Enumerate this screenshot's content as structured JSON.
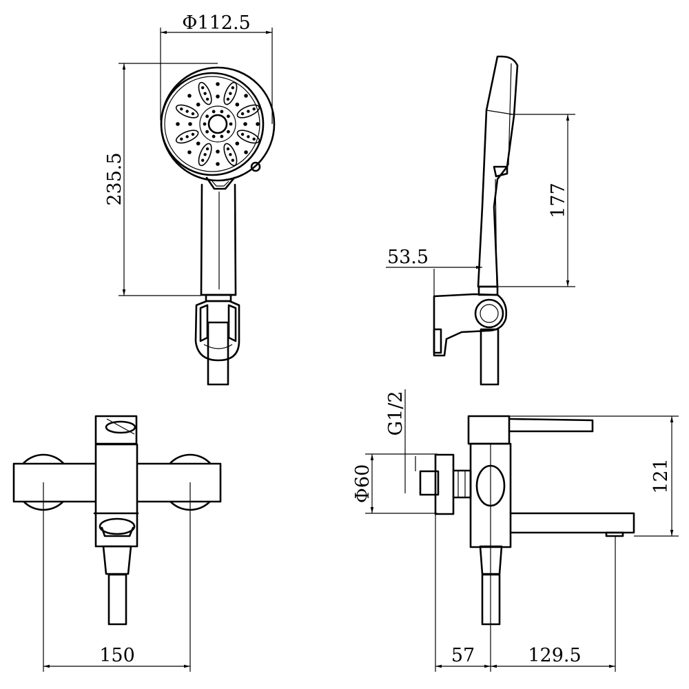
{
  "drawing": {
    "dimensions": {
      "head_diameter": "Φ112.5",
      "hand_shower_length": "235.5",
      "side_length": "177",
      "holder_offset": "53.5",
      "thread": "G1/2",
      "escutcheon_diameter": "Φ60",
      "height": "121",
      "body_width": "150",
      "wall_depth": "57",
      "spout_reach": "129.5"
    }
  }
}
